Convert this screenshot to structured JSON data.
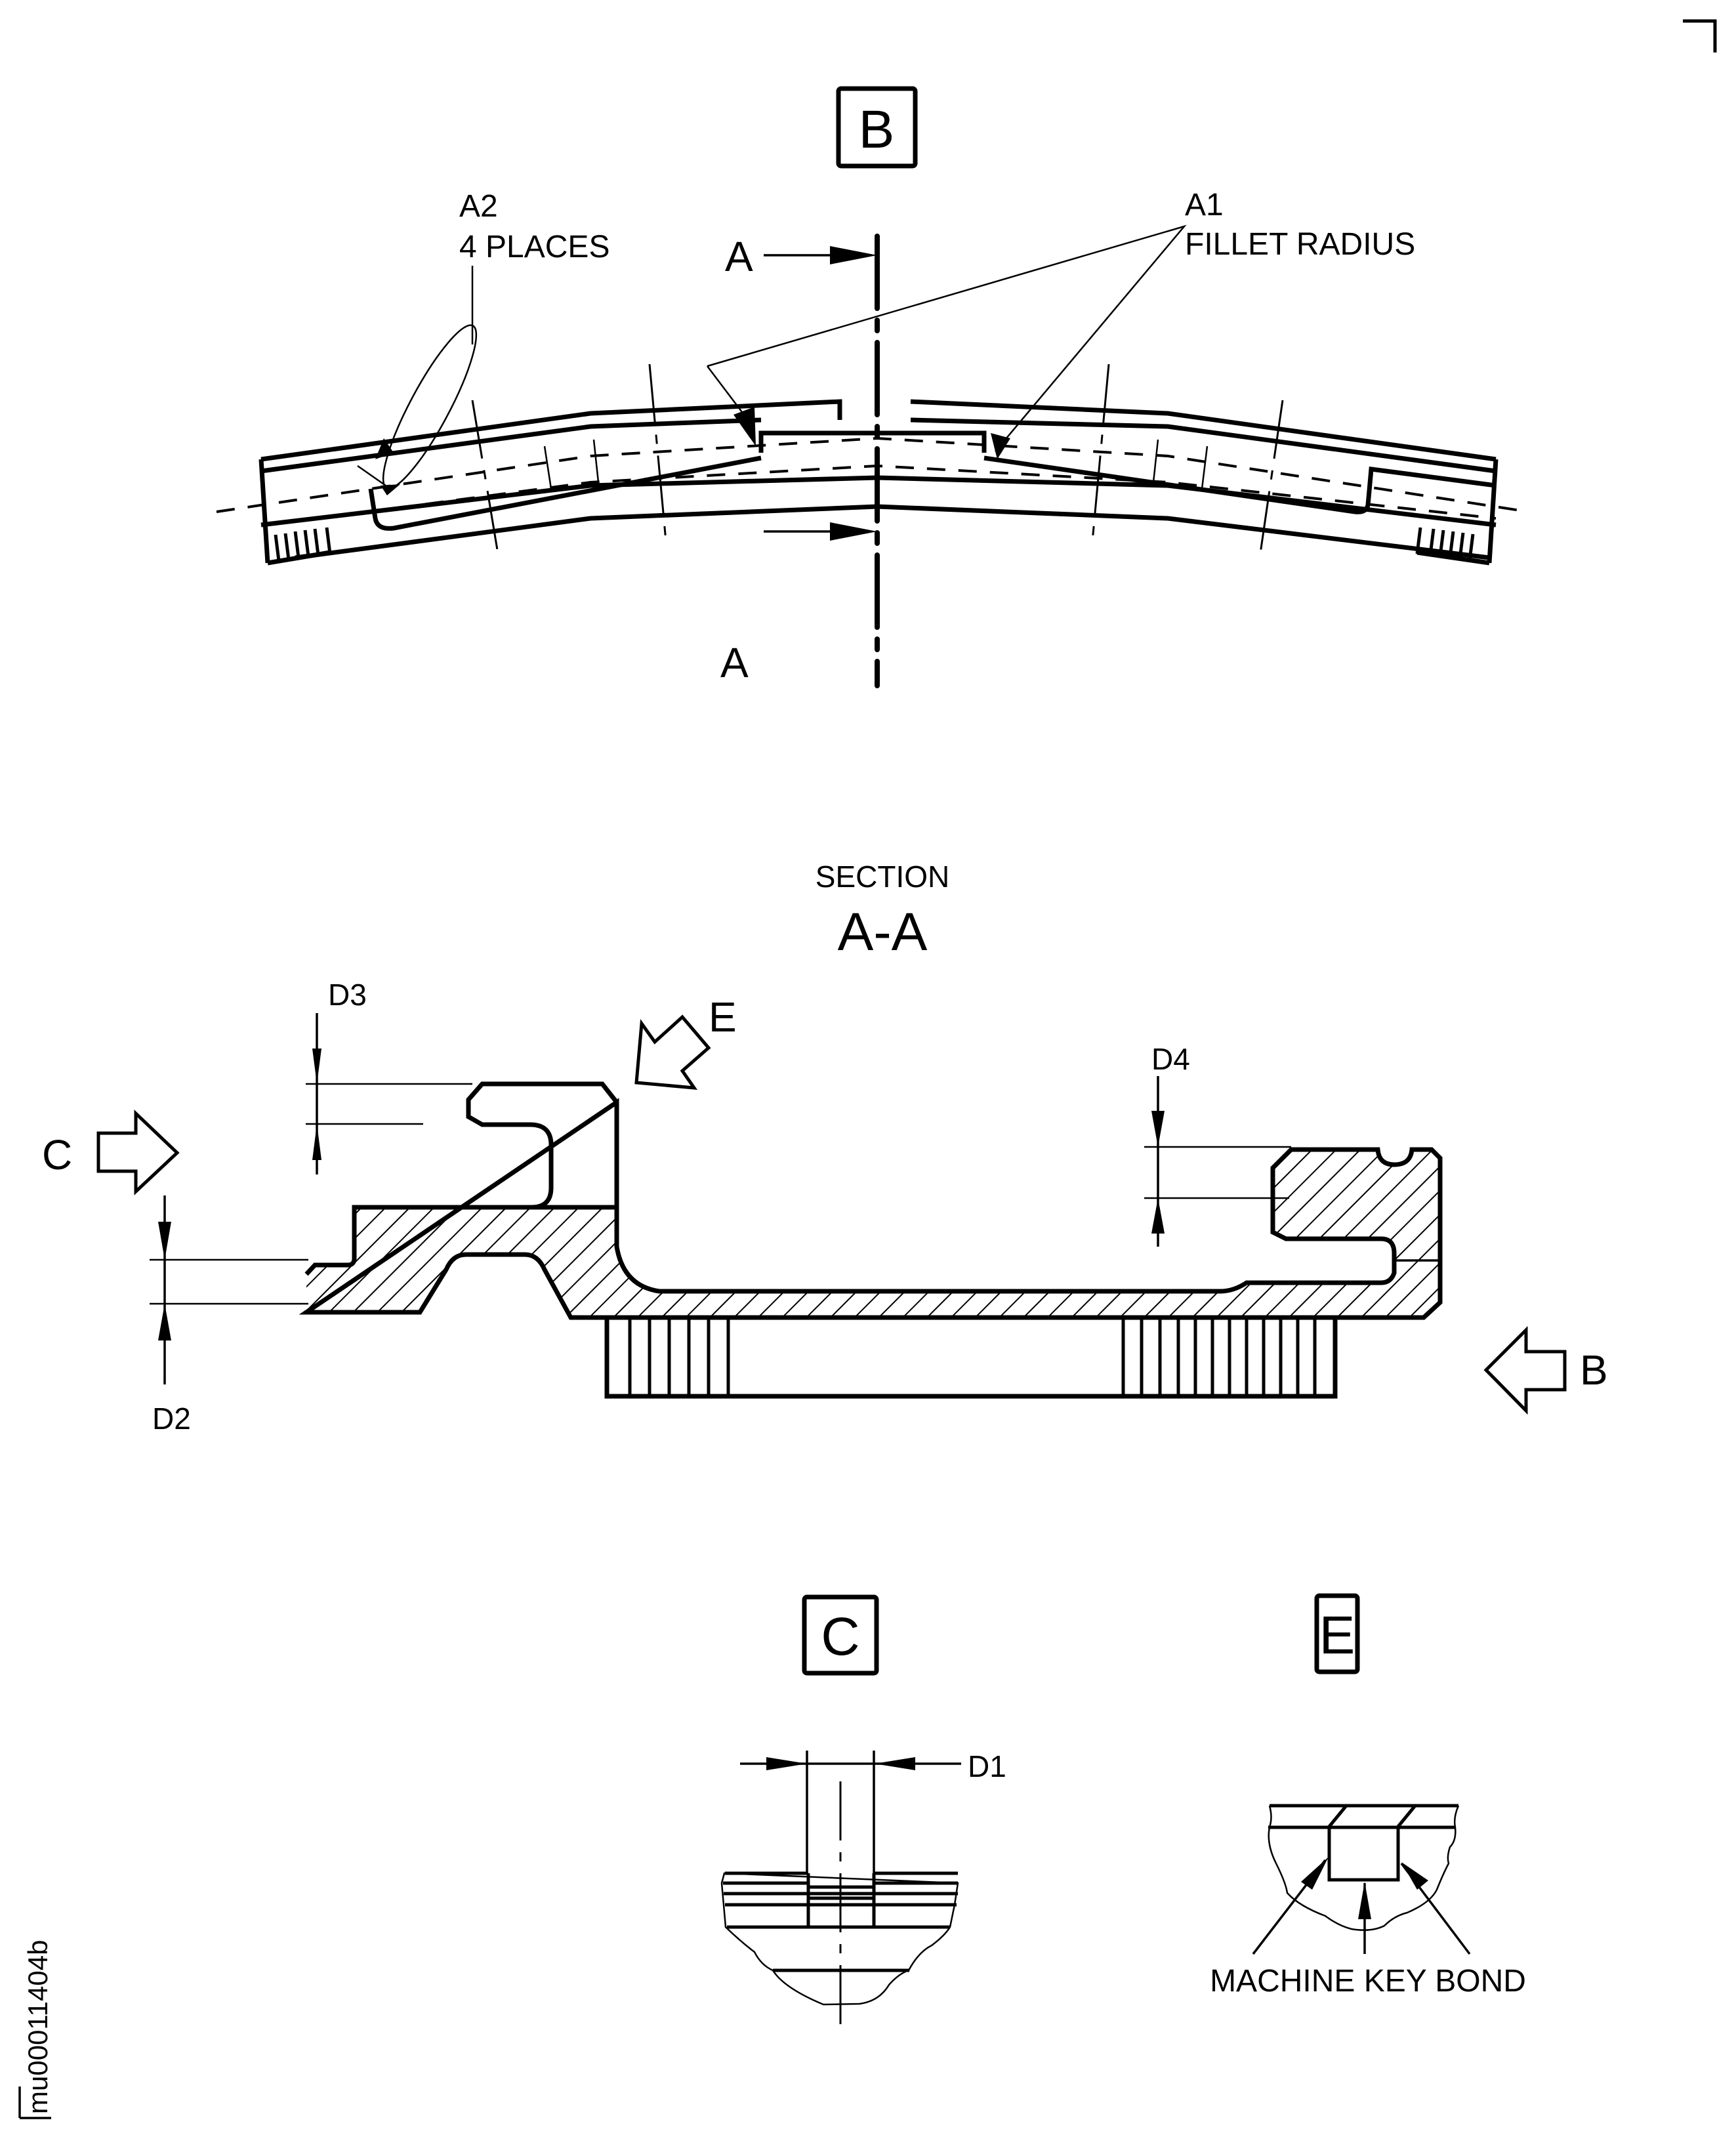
{
  "drawing": {
    "figure_id": "mu00011404b",
    "view_b": {
      "label": "B",
      "callouts": {
        "a2_line1": "A2",
        "a2_line2": "4 PLACES",
        "a1_line1": "A1",
        "a1_line2": "FILLET RADIUS"
      },
      "cut_plane_label_top": "A",
      "cut_plane_label_bottom": "A"
    },
    "section_aa": {
      "title_small": "SECTION",
      "title_large": "A-A",
      "dimensions": {
        "d2": "D2",
        "d3": "D3",
        "d4": "D4"
      },
      "view_arrows": {
        "c": "C",
        "e": "E",
        "b": "B"
      }
    },
    "view_c": {
      "label": "C",
      "dimension": "D1"
    },
    "view_e": {
      "label": "E",
      "callout": "MACHINE KEY BOND"
    }
  },
  "colors": {
    "ink": "#000000",
    "paper": "#ffffff"
  }
}
